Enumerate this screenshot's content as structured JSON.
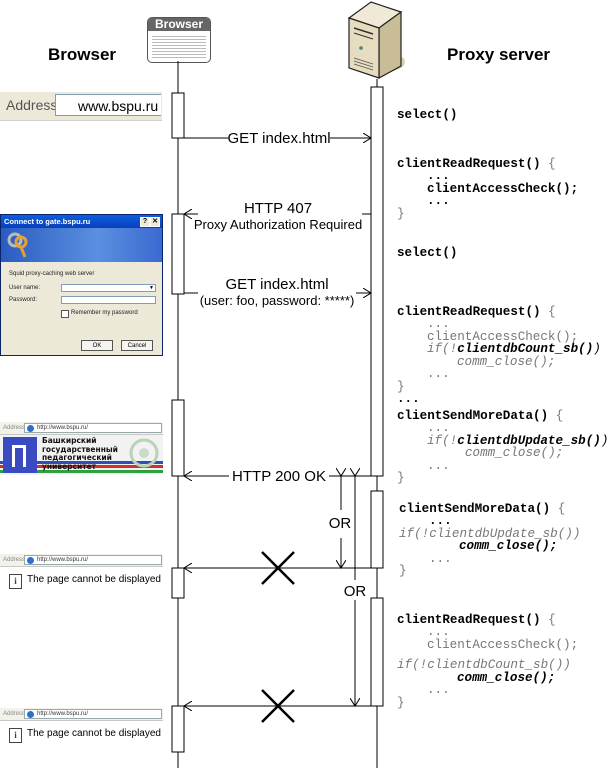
{
  "headers": {
    "browser_left": "Browser",
    "browser_icon_label": "Browser",
    "proxy": "Proxy server"
  },
  "browser_screens": {
    "address_bar_1": {
      "label": "Address",
      "value": "www.bspu.ru"
    },
    "login_dialog": {
      "title": "Connect to gate.bspu.ru",
      "help_btn": "?",
      "close_btn": "✕",
      "realm": "Squid proxy-caching web server",
      "user_label": "User name:",
      "password_label": "Password:",
      "remember_label": "Remember my password",
      "ok": "OK",
      "cancel": "Cancel"
    },
    "address_bar_small": {
      "label": "Address",
      "value": "http://www.bspu.ru/"
    },
    "bspu_page": {
      "line1": "Башкирский",
      "line2": "государственный",
      "line3": "педагогический",
      "line4": "университет"
    },
    "error_message": "The page cannot be displayed",
    "info_icon": "i"
  },
  "messages": {
    "get1": "GET index.html",
    "http407_line1": "HTTP 407",
    "http407_line2": "Proxy Authorization Required",
    "get2_line1": "GET index.html",
    "get2_line2": "(user: foo, password: *****)",
    "http200": "HTTP 200 OK",
    "or1": "OR",
    "or2": "OR"
  },
  "code": {
    "select1": "select()",
    "block1": {
      "head": "clientReadRequest()",
      "brace_open": "{",
      "dots1": "...",
      "call": "clientAccessCheck();",
      "dots2": "...",
      "brace_close": "}"
    },
    "select2": "select()",
    "block2": {
      "head": "clientReadRequest()",
      "brace_open": "{",
      "dots1": "...",
      "call": "clientAccessCheck();",
      "if_prefix": "if(!",
      "if_fn": "clientdbCount_sb()",
      "if_suffix": ")",
      "close": "comm_close();",
      "dots2": "...",
      "brace_close": "}"
    },
    "between_dots": "...",
    "block3": {
      "head": "clientSendMoreData()",
      "brace_open": "{",
      "dots1": "...",
      "if_prefix": "if(!",
      "if_fn": "clientdbUpdate_sb()",
      "if_suffix": ")",
      "close": "comm_close();",
      "dots2": "...",
      "brace_close": "}"
    },
    "block4": {
      "head": "clientSendMoreData()",
      "brace_open": "{",
      "dots1": "...",
      "if_line": "if(!clientdbUpdate_sb())",
      "close": "comm_close();",
      "dots2": "...",
      "brace_close": "}"
    },
    "block5": {
      "head": "clientReadRequest()",
      "brace_open": "{",
      "dots1": "...",
      "call": "clientAccessCheck();",
      "if_line": "if(!clientdbCount_sb())",
      "close": "comm_close();",
      "dots2": "...",
      "brace_close": "}"
    }
  }
}
